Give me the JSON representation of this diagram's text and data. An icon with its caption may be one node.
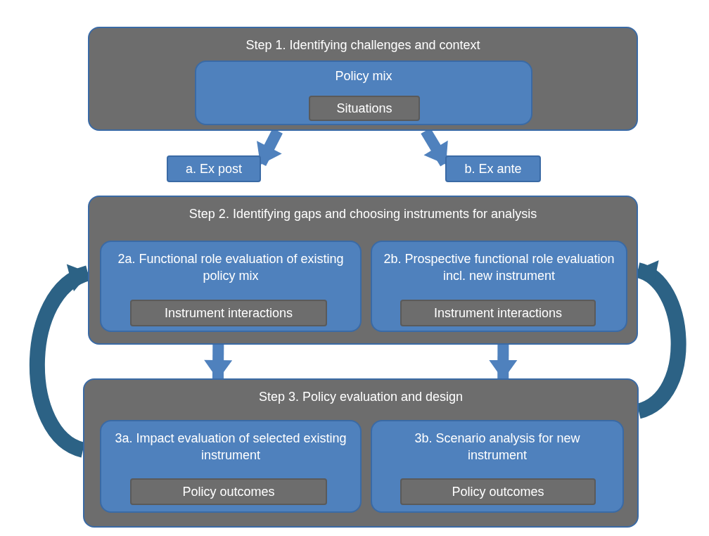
{
  "diagram": {
    "nodes": [
      {
        "text": [
          "Step 1. Identifying challenges and context"
        ]
      },
      {
        "text": [
          "Policy mix"
        ],
        "in": 0
      },
      {
        "text": [
          "Situations"
        ],
        "in": 1
      },
      {
        "text": [
          "a. Ex post"
        ]
      },
      {
        "text": [
          "b. Ex ante"
        ]
      },
      {
        "text": [
          "Step 2. Identifying gaps and choosing instruments for analysis"
        ]
      },
      {
        "text": [
          "2a. Functional role evaluation of existing policy mix"
        ],
        "in": 5
      },
      {
        "text": [
          "Instrument interactions"
        ],
        "in": 6
      },
      {
        "text": [
          "2b. Prospective functional role evaluation incl. new instrument"
        ],
        "in": 5
      },
      {
        "text": [
          "Instrument interactions"
        ],
        "in": 8
      },
      {
        "text": [
          "Step 3. Policy evaluation and design"
        ]
      },
      {
        "text": [
          "3a. Impact evaluation of selected existing instrument"
        ],
        "in": 10
      },
      {
        "text": [
          "Policy outcomes"
        ],
        "in": 11
      },
      {
        "text": [
          "3b. Scenario analysis for new instrument"
        ],
        "in": 10
      },
      {
        "text": [
          "Policy outcomes"
        ],
        "in": 13
      }
    ],
    "edges": [
      {
        "from": 0,
        "to": 3,
        "arrow": "to"
      },
      {
        "from": 0,
        "to": 4,
        "arrow": "to"
      },
      {
        "from": 5,
        "to": 10,
        "arrow": "to"
      },
      {
        "from": 5,
        "to": 10,
        "arrow": "to"
      },
      {
        "from": 10,
        "to": 5,
        "arrow": "to",
        "color": "#2c6285"
      },
      {
        "from": 10,
        "to": 5,
        "arrow": "to",
        "color": "#2c6285"
      }
    ]
  }
}
